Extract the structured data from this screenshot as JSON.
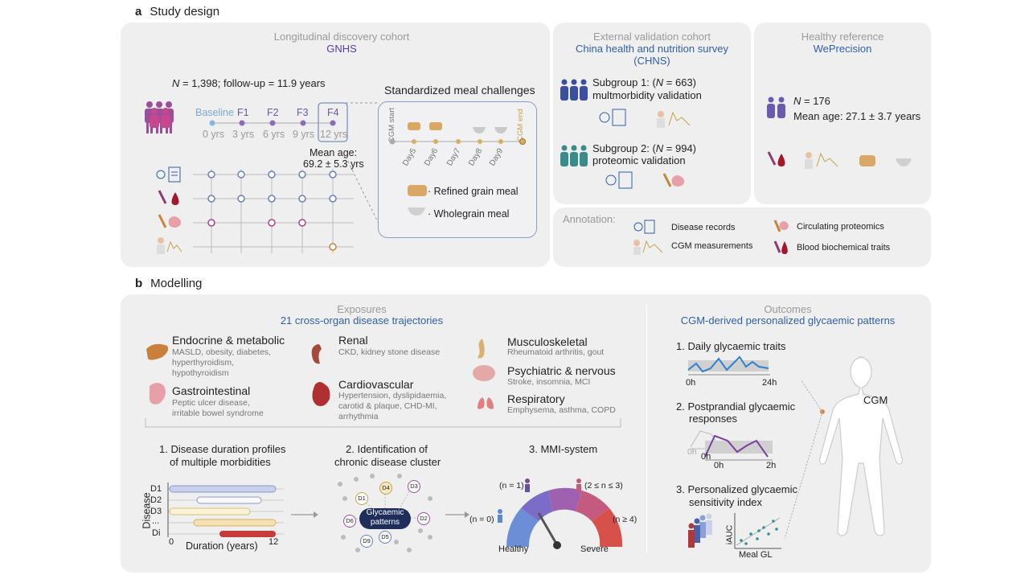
{
  "colors": {
    "panel": "#efefef",
    "accent_blue": "#2f5fa6",
    "purple": "#7b3f9e",
    "teal": "#3a8c8c",
    "red": "#c0392b",
    "gold": "#c8a24a"
  },
  "section_a": {
    "letter": "a",
    "title": "Study design"
  },
  "discovery": {
    "header": "Longitudinal discovery cohort",
    "name": "GNHS",
    "stats_n": "N",
    "stats_rest": " = 1,398; follow-up = 11.9 years",
    "timepoints": [
      "Baseline",
      "F1",
      "F2",
      "F3",
      "F4"
    ],
    "years": [
      "0 yrs",
      "3 yrs",
      "6 yrs",
      "9 yrs",
      "12 yrs"
    ],
    "mean_age_label": "Mean age:",
    "mean_age_value": "69.2 ± 5.3 yrs"
  },
  "meal": {
    "title": "Standardized meal challenges",
    "cgm_start": "CGM start",
    "cgm_end": "CGM end",
    "days": [
      "Day5",
      "Day6",
      "Day7",
      "Day8",
      "Day9"
    ],
    "refined": "· Refined grain meal",
    "whole": "· Wholegrain meal"
  },
  "validation": {
    "header": "External validation cohort",
    "name": "China health and nutrition survey",
    "abbr": "(CHNS)",
    "sub1_prefix": "Subgroup 1: (",
    "sub1_n": "N",
    "sub1_rest": " = 663)",
    "sub1_line2": "multmorbidity validation",
    "sub2_prefix": "Subgroup 2: (",
    "sub2_n": "N",
    "sub2_rest": " = 994)",
    "sub2_line2": "proteomic validation"
  },
  "healthy": {
    "header": "Healthy reference",
    "name": "WePrecision",
    "n_label": "N",
    "n_rest": " = 176",
    "mean_age": "Mean age: 27.1 ± 3.7 years"
  },
  "annotation": {
    "label": "Annotation:",
    "items": [
      "Disease records",
      "CGM measurements",
      "Circulating proteomics",
      "Blood biochemical traits"
    ]
  },
  "section_b": {
    "letter": "b",
    "title": "Modelling"
  },
  "exposures": {
    "header": "Exposures",
    "subheader": "21 cross-organ disease trajectories",
    "categories": [
      {
        "title": "Endocrine & metabolic",
        "desc": [
          "MASLD, obesity, diabetes,",
          "hyperthyroidism,",
          "hypothyroidism"
        ]
      },
      {
        "title": "Renal",
        "desc": [
          "CKD, kidney stone disease"
        ]
      },
      {
        "title": "Musculoskeletal",
        "desc": [
          "Rheumatoid arthritis, gout"
        ]
      },
      {
        "title": "Gastrointestinal",
        "desc": [
          "Peptic ulcer disease,",
          "irritable bowel syndrome"
        ]
      },
      {
        "title": "Cardiovascular",
        "desc": [
          "Hypertension, dyslipidaemia,",
          "carotid & plaque, CHD-MI,",
          "arrhythmia"
        ]
      },
      {
        "title": "Psychiatric & nervous",
        "desc": [
          "Stroke, insomnia, MCI"
        ]
      },
      {
        "title": "Respiratory",
        "desc": [
          "Emphysema, asthma, COPD"
        ]
      }
    ]
  },
  "steps": {
    "s1": [
      "1. Disease duration profiles",
      "of multiple morbidities"
    ],
    "s2": [
      "2. Identification of",
      "chronic disease cluster"
    ],
    "s3": "3. MMI-system"
  },
  "duration": {
    "ylabel": "Disease",
    "rows": [
      "D1",
      "D2",
      "D3",
      "...",
      "Di"
    ],
    "x0": "0",
    "x1": "12",
    "xlabel": "Duration (years)"
  },
  "cluster": {
    "center": [
      "Glycaemic",
      "patterns"
    ],
    "nodes": [
      "D4",
      "D3",
      "D1",
      "D2",
      "D6",
      "D5",
      "D9"
    ]
  },
  "mmi": {
    "n1": "(n = 1)",
    "n2": "(2 ≤ n ≤ 3)",
    "n0": "(n = 0)",
    "n4": "(n ≥ 4)",
    "healthy": "Healthy",
    "severe": "Severe"
  },
  "outcomes": {
    "header": "Outcomes",
    "subheader": "CGM-derived personalized glycaemic patterns",
    "o1": "1. Daily glycaemic traits",
    "o1_x0": "0h",
    "o1_x1": "24h",
    "o2": [
      "2. Postprandial glycaemic",
      "responses"
    ],
    "o2_x_back": "0h",
    "o2_x0": "0h",
    "o2_x1": "2h",
    "o3": [
      "3. Personalized glycaemic",
      "sensitivity index"
    ],
    "o3_y": "iAUC",
    "o3_x": "Meal GL",
    "cgm": "CGM"
  }
}
